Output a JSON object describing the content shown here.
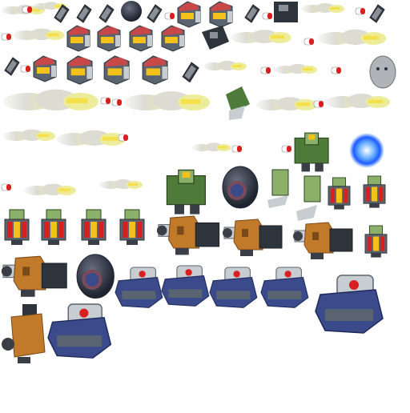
{
  "sheet": {
    "background": "#ffffff",
    "palette": {
      "gunmetal": "#5a6470",
      "gunmetal_dark": "#2e343c",
      "steel_light": "#c8cdd2",
      "red_dome": "#c8484a",
      "yellow_visor": "#f2c21a",
      "olive": "#4e7a3a",
      "olive_light": "#8cb06a",
      "bronze": "#c07a2a",
      "bronze_dark": "#7a4a18",
      "navy": "#3a4a8a",
      "smoke": "#d8d8d0",
      "tracer_yellow": "#f4e04a",
      "plasma_blue": "#3a8cff",
      "rocket_red": "#d82020"
    }
  },
  "sprites": [
    {
      "name": "missile-sprite",
      "icon": "missile-icon"
    },
    {
      "name": "smoke-trail-sprite",
      "icon": "smoke-icon"
    },
    {
      "name": "armor-plate-sprite",
      "icon": "plate-icon"
    },
    {
      "name": "bomb-sprite",
      "icon": "bomb-icon"
    },
    {
      "name": "red-dome-turret-sprite",
      "icon": "turret-icon"
    },
    {
      "name": "black-cannon-sprite",
      "icon": "cannon-icon"
    },
    {
      "name": "green-turret-sprite",
      "icon": "turret-icon"
    },
    {
      "name": "plasma-orb-sprite",
      "icon": "orb-icon"
    },
    {
      "name": "rocket-pod-sprite",
      "icon": "rocket-pod-icon"
    },
    {
      "name": "bronze-cannon-sprite",
      "icon": "cannon-icon"
    },
    {
      "name": "navy-gun-sprite",
      "icon": "gun-icon"
    },
    {
      "name": "ghost-sprite",
      "icon": "ghost-icon"
    }
  ]
}
